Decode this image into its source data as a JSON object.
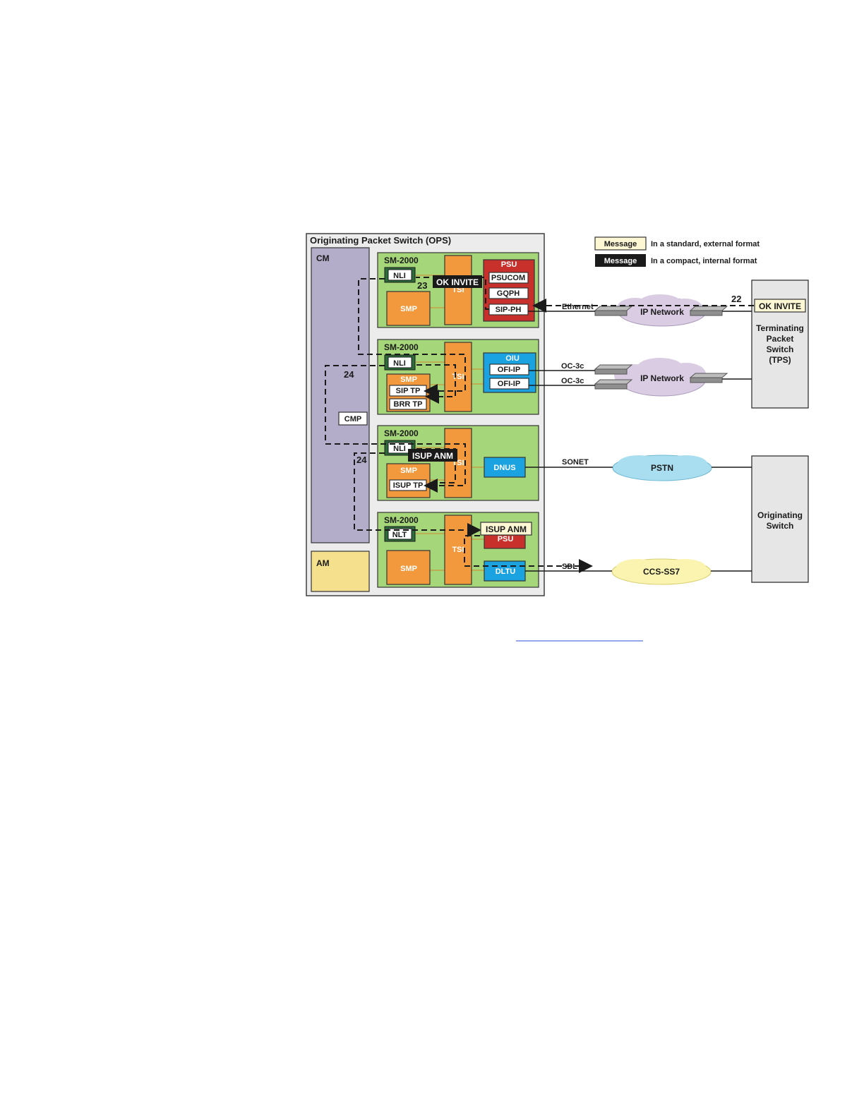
{
  "legend": {
    "chip_label": "Message",
    "standard_text": "In a standard, external format",
    "compact_text": "In a compact, internal format"
  },
  "ops": {
    "title": "Originating Packet Switch (OPS)",
    "cm": "CM",
    "cmp": "CMP",
    "am": "AM",
    "modules": [
      {
        "title": "SM-2000",
        "nli": "NLI",
        "smp": "SMP",
        "tsi": "TSI",
        "psu": "PSU",
        "psu_items": [
          "PSUCOM",
          "GQPH",
          "SIP-PH"
        ]
      },
      {
        "title": "SM-2000",
        "nli": "NLI",
        "smp": "SMP",
        "tsi": "TSI",
        "oiu": "OIU",
        "oiu_items": [
          "OFI-IP",
          "OFI-IP"
        ],
        "tp_items": [
          "SIP TP",
          "BRR TP"
        ]
      },
      {
        "title": "SM-2000",
        "nli": "NLI",
        "smp": "SMP",
        "tsi": "TSI",
        "dnus": "DNUS",
        "tp_items": [
          "ISUP TP"
        ]
      },
      {
        "title": "SM-2000",
        "nli": "NLT",
        "smp": "SMP",
        "tsi": "TSI",
        "psu": "PSU",
        "dltu": "DLTU"
      }
    ]
  },
  "messages": {
    "ok_invite_internal": "OK INVITE",
    "ok_invite_external": "OK INVITE",
    "isup_anm_internal": "ISUP ANM",
    "isup_anm_external": "ISUP ANM"
  },
  "steps": {
    "s22": "22",
    "s23": "23",
    "s24a": "24",
    "s24b": "24"
  },
  "links": {
    "ethernet": "Ethernet",
    "oc3c_1": "OC-3c",
    "oc3c_2": "OC-3c",
    "sonet": "SONET",
    "sdl": "SDL"
  },
  "networks": {
    "ip1": "IP Network",
    "ip2": "IP Network",
    "pstn": "PSTN",
    "ccs": "CCS-SS7"
  },
  "tps": {
    "line1": "Terminating",
    "line2": "Packet",
    "line3": "Switch",
    "line4": "(TPS)"
  },
  "orig_switch": {
    "line1": "Originating",
    "line2": "Switch"
  },
  "colors": {
    "module_green": "#a6d67a",
    "smp_orange": "#f3993d",
    "psu_red": "#c8312b",
    "oiu_blue": "#1aa3e0",
    "cm_purple": "#b3adc9",
    "am_yellow": "#f5e08e",
    "cloud_purple": "#d9cce3",
    "cloud_blue": "#a9ddf0",
    "cloud_yellow": "#fbf4b0",
    "msg_external": "#fdf7d4",
    "msg_internal": "#1a1a1a"
  }
}
